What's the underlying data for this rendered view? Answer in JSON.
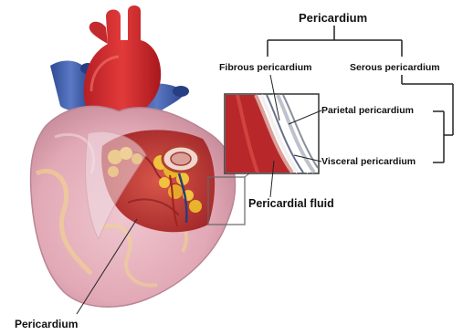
{
  "labels": {
    "pericardium_title": "Pericardium",
    "fibrous_pericardium": "Fibrous pericardium",
    "serous_pericardium": "Serous pericardium",
    "parietal_pericardium": "Parietal pericardium",
    "visceral_pericardium": "Visceral pericardium",
    "pericardial_fluid": "Pericardial fluid",
    "pericardium_bottom": "Pericardium"
  },
  "colors": {
    "heart_red": "#c63a3a",
    "aorta_red": "#d42a2a",
    "vein_blue": "#3d5aa8",
    "fat_yellow": "#e8b52a",
    "sac_pink": "#e9bcc6",
    "leader_line": "#222222"
  }
}
